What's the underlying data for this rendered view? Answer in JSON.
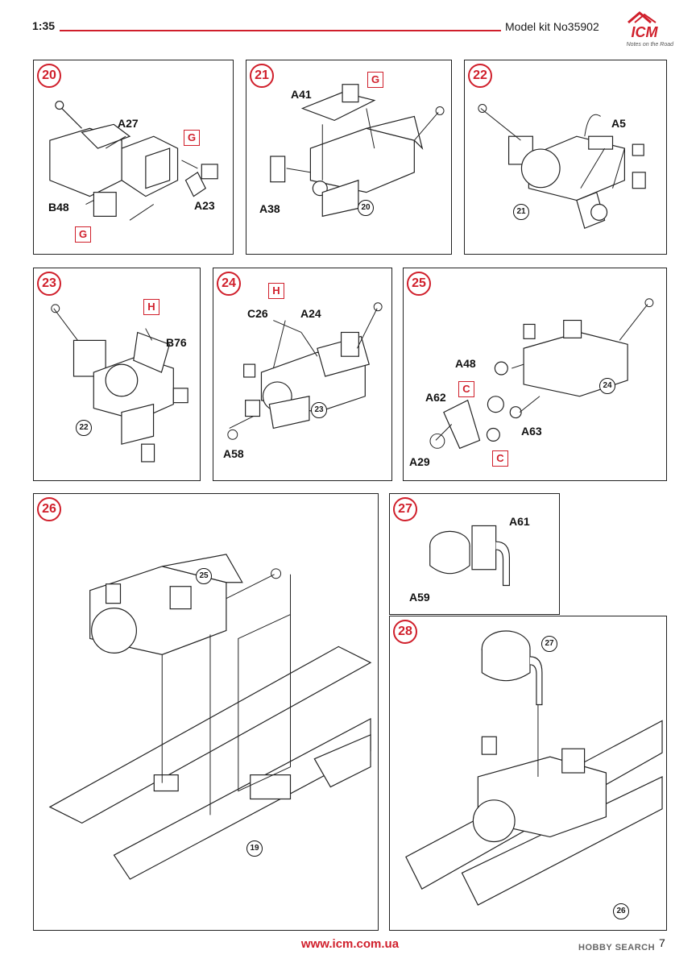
{
  "header": {
    "scale": "1:35",
    "kit": "Model kit No35902",
    "logo": "ICM",
    "logo_tagline": "Notes on the Road"
  },
  "steps": [
    {
      "number": "20",
      "parts": [
        "A27",
        "B48",
        "A23"
      ],
      "tags": [
        "G",
        "G"
      ],
      "refs": []
    },
    {
      "number": "21",
      "parts": [
        "A41",
        "A38"
      ],
      "tags": [
        "G"
      ],
      "refs": [
        "20"
      ]
    },
    {
      "number": "22",
      "parts": [
        "A5"
      ],
      "tags": [],
      "refs": [
        "21"
      ]
    },
    {
      "number": "23",
      "parts": [
        "B76"
      ],
      "tags": [
        "H"
      ],
      "refs": [
        "22"
      ]
    },
    {
      "number": "24",
      "parts": [
        "C26",
        "A24",
        "A58"
      ],
      "tags": [
        "H"
      ],
      "refs": [
        "23"
      ]
    },
    {
      "number": "25",
      "parts": [
        "A48",
        "A62",
        "A63",
        "A29"
      ],
      "tags": [
        "C",
        "C"
      ],
      "refs": [
        "24"
      ]
    },
    {
      "number": "26",
      "parts": [],
      "tags": [],
      "refs": [
        "25",
        "19"
      ]
    },
    {
      "number": "27",
      "parts": [
        "A61",
        "A59"
      ],
      "tags": [],
      "refs": []
    },
    {
      "number": "28",
      "parts": [],
      "tags": [],
      "refs": [
        "27",
        "26"
      ]
    }
  ],
  "footer": {
    "url": "www.icm.com.ua",
    "page": "7",
    "watermark": "HOBBY SEARCH"
  },
  "colors": {
    "accent": "#d01f2b",
    "ink": "#1a1a1a"
  }
}
